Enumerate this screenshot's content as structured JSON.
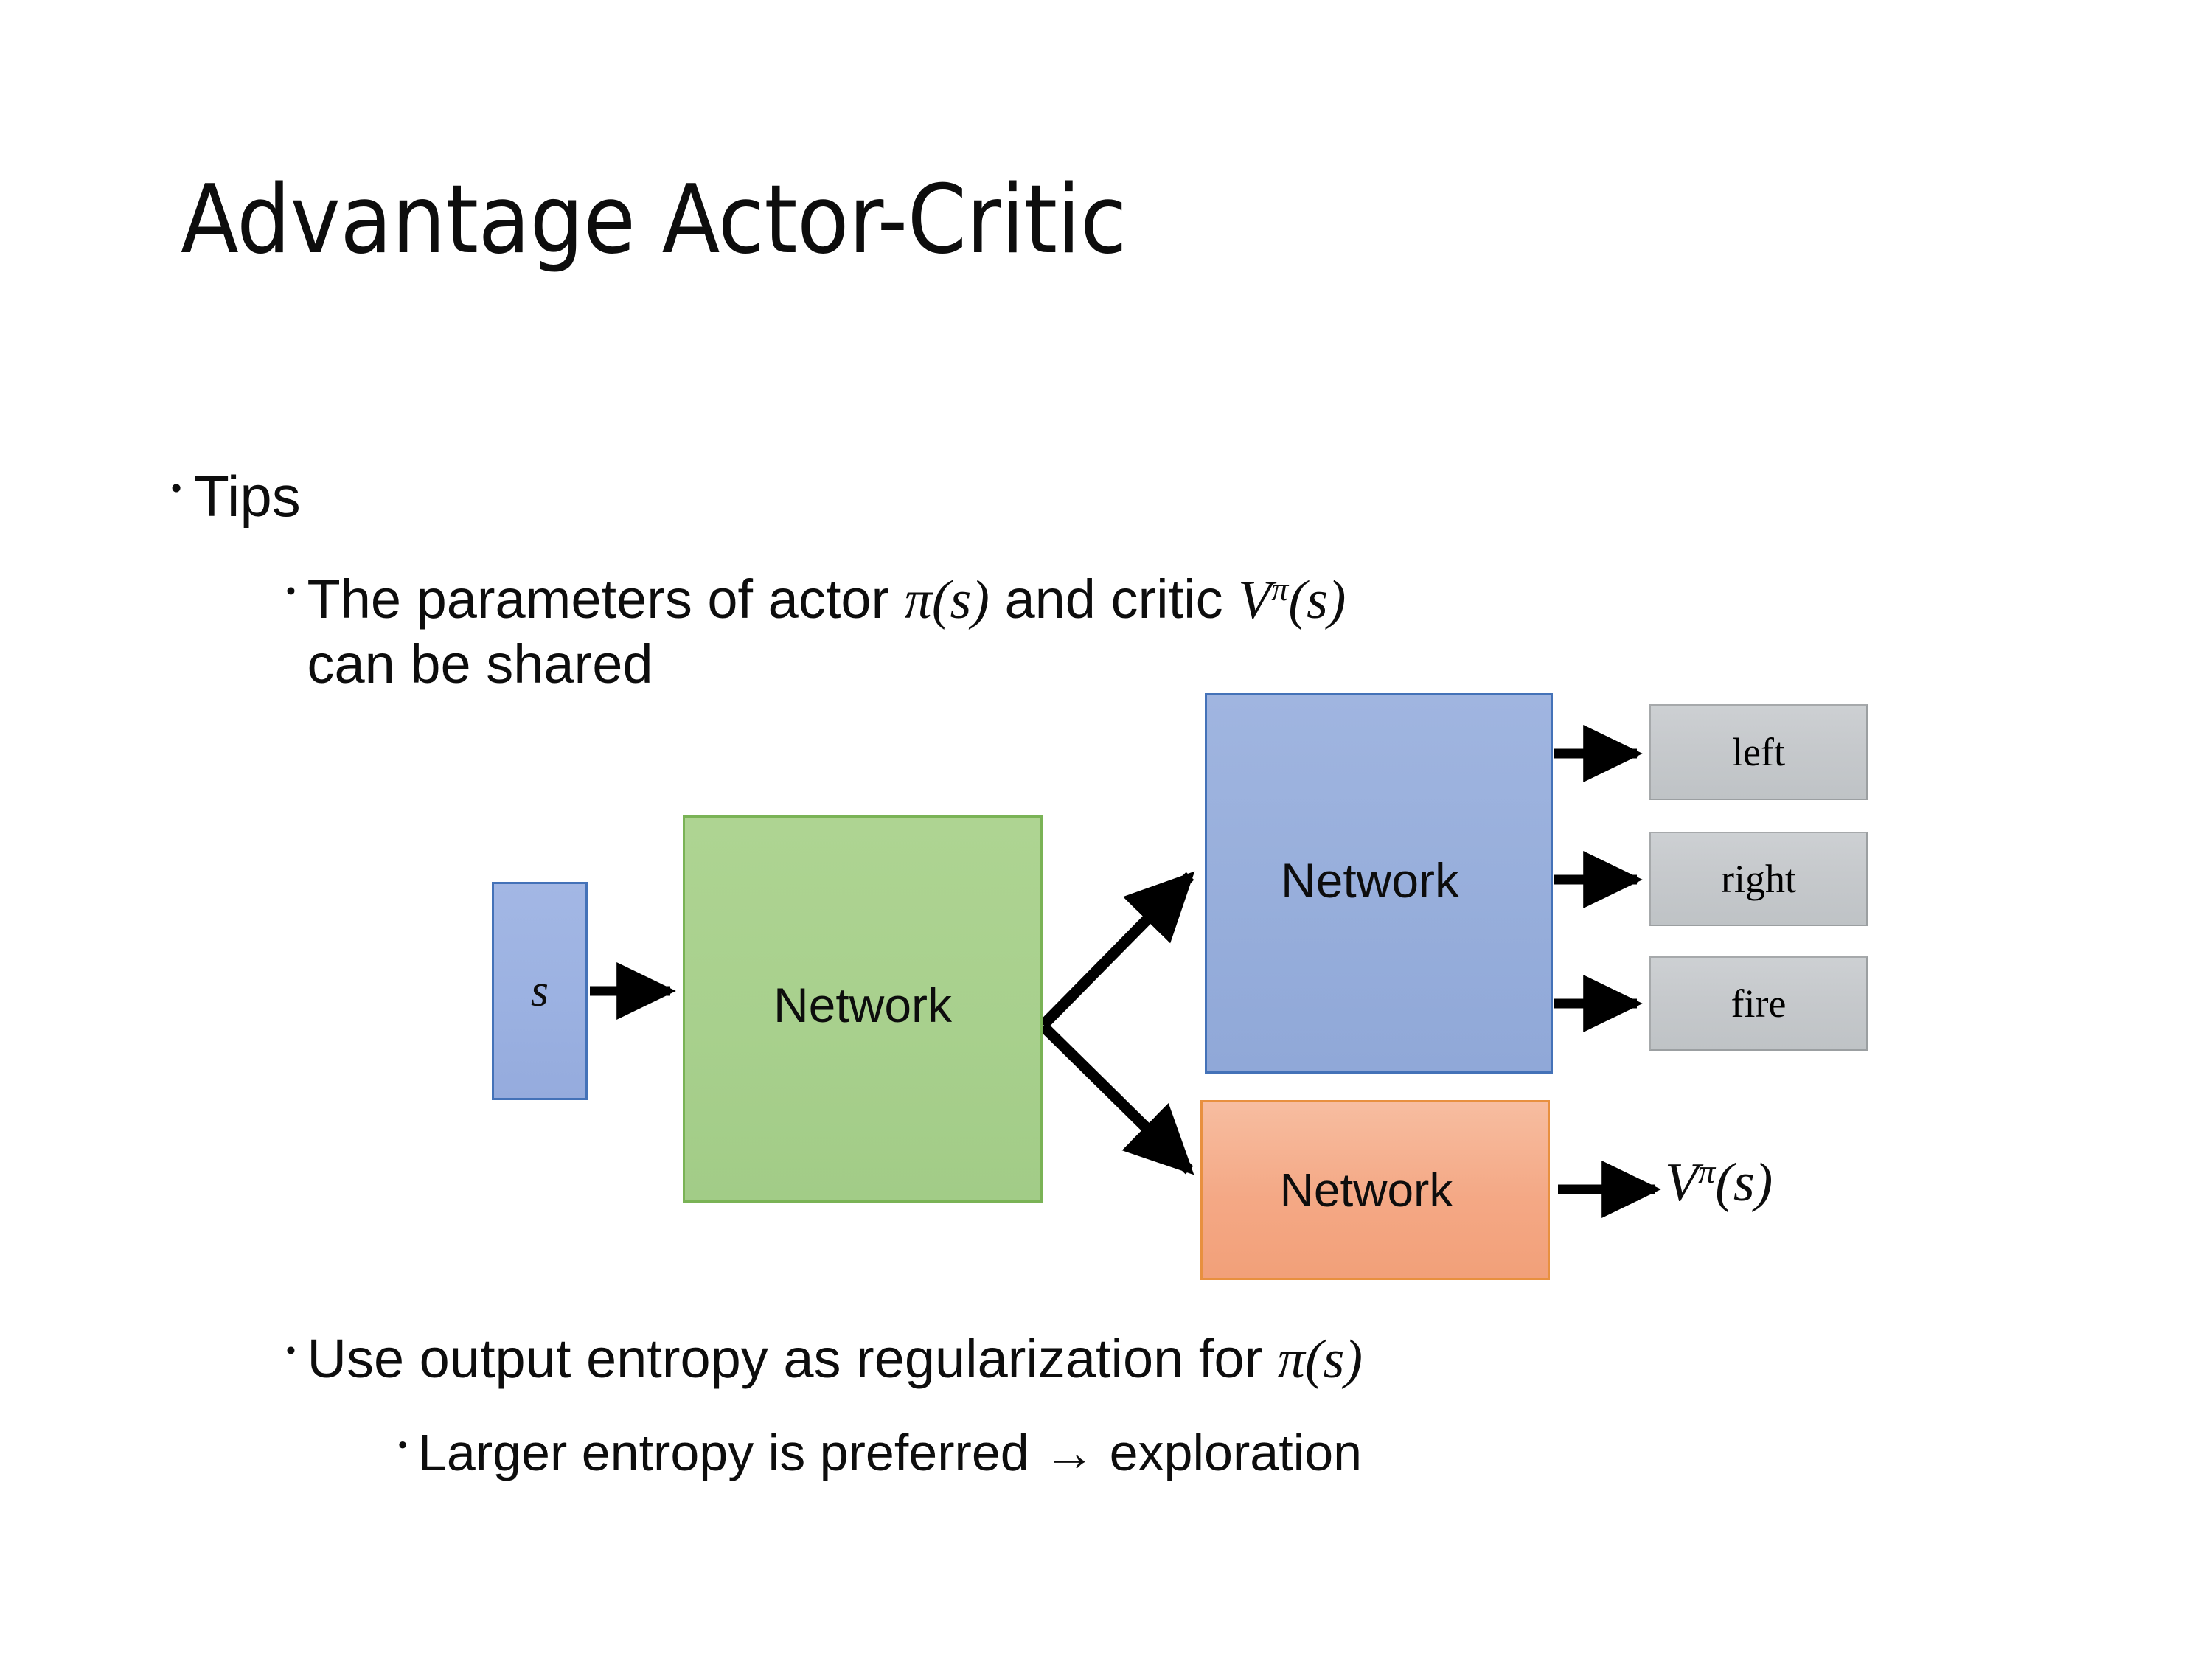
{
  "slide": {
    "title": "Advantage Actor-Critic",
    "bullets": [
      {
        "id": "tips",
        "level": 1,
        "marker": "•",
        "text": "Tips"
      },
      {
        "id": "shared",
        "level": 2,
        "marker": "•",
        "text_before_math": "The parameters of actor ",
        "math_actor_pi": "π",
        "math_actor_args": "(s)",
        "text_middle": "  and critic ",
        "math_critic_v": "V",
        "math_critic_sup": "π",
        "math_critic_args": "(s)",
        "text_after": "can be shared",
        "full_text": "The parameters of actor π(s)  and critic Vπ(s) can be shared"
      },
      {
        "id": "entropy",
        "level": 2,
        "marker": "•",
        "text_before_math": "Use output entropy as regularization for ",
        "math_pi": "π",
        "math_args": "(s)",
        "full_text": "Use output entropy as regularization for π(s)"
      },
      {
        "id": "explore",
        "level": 3,
        "marker": "•",
        "text": "Larger entropy is preferred → exploration"
      }
    ]
  },
  "diagram": {
    "state_box": {
      "label": "s",
      "fill": "#9cb2e2",
      "border": "#4472b8"
    },
    "shared_network": {
      "label": "Network",
      "fill": "#a8d08d",
      "border": "#7ab356"
    },
    "actor_network": {
      "label": "Network",
      "fill": "#97aedb",
      "border": "#4472b8"
    },
    "critic_network": {
      "label": "Network",
      "fill": "#f4a885",
      "border": "#e8903f"
    },
    "action_outputs": [
      {
        "label": "left",
        "fill": "#c6c9cc",
        "border": "#a6a9ab"
      },
      {
        "label": "right",
        "fill": "#c6c9cc",
        "border": "#a6a9ab"
      },
      {
        "label": "fire",
        "fill": "#c6c9cc",
        "border": "#a6a9ab"
      }
    ],
    "value_output": {
      "symbol": "V",
      "superscript": "π",
      "args": "(s)",
      "full": "Vπ(s)"
    },
    "arrow_color": "#000000"
  },
  "colors": {
    "background": "#ffffff",
    "text": "#0d0d0d",
    "blue": "#9cb2e2",
    "green": "#a8d08d",
    "orange": "#f4a885",
    "gray": "#c6c9cc"
  }
}
